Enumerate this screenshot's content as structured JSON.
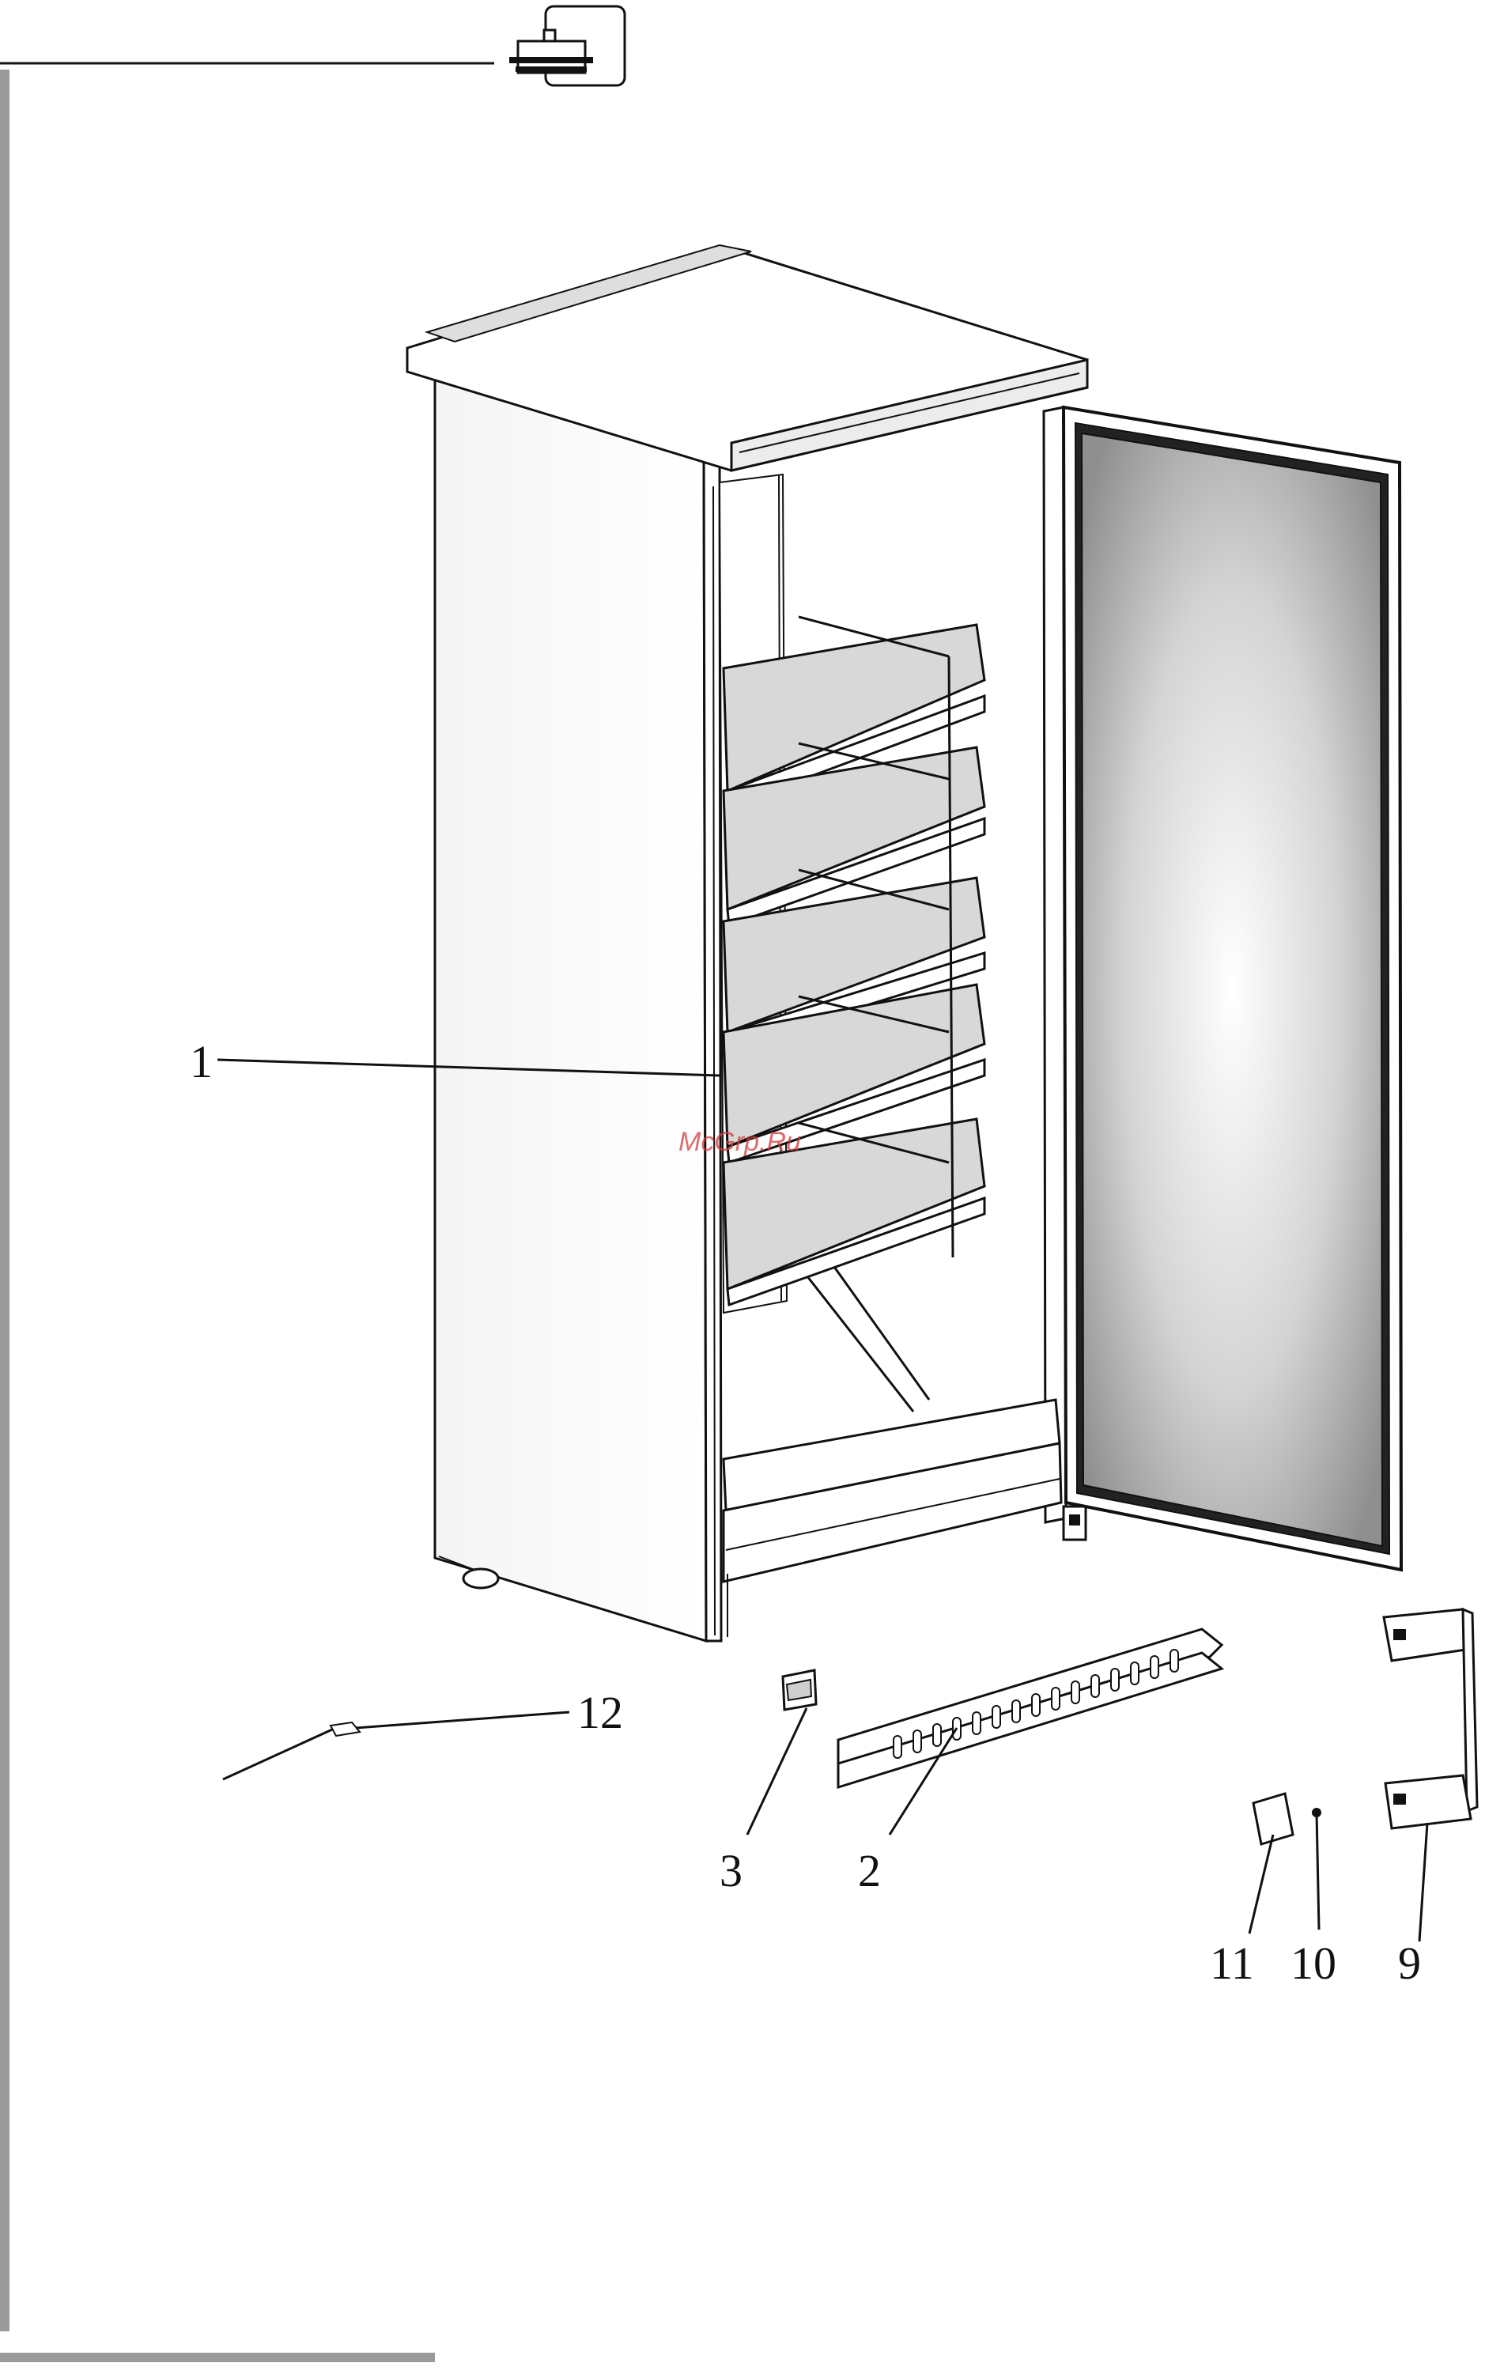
{
  "diagram": {
    "watermark": "McGrp.Ru",
    "parts": [
      {
        "id": "shelf",
        "label": "1"
      },
      {
        "id": "kickplate",
        "label": "2"
      },
      {
        "id": "small-clip",
        "label": "3"
      },
      {
        "id": "door-hinge-bracket",
        "label": "9"
      },
      {
        "id": "screw",
        "label": "10"
      },
      {
        "id": "small-plate",
        "label": "11"
      },
      {
        "id": "cable",
        "label": "12"
      }
    ]
  },
  "colors": {
    "line": "#111111",
    "frame": "#9a9a9a",
    "watermark": "#d23a3a"
  },
  "icons": [
    "fridge-symbol-icon"
  ]
}
